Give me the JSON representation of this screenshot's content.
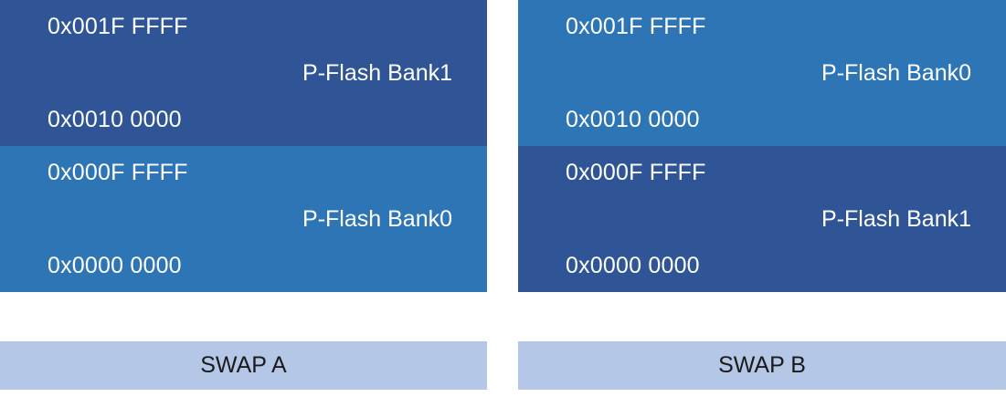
{
  "colors": {
    "bank1": "#2f5597",
    "bank0": "#2e75b6",
    "swap_bar": "#b4c7e7",
    "text_light": "#ffffff",
    "text_dark": "#1a1a1a"
  },
  "swap_a": {
    "upper": {
      "top_address": "0x001F FFFF",
      "label": "P-Flash Bank1",
      "bottom_address": "0x0010 0000",
      "color": "#2f5597"
    },
    "lower": {
      "top_address": "0x000F FFFF",
      "label": "P-Flash Bank0",
      "bottom_address": "0x0000 0000",
      "color": "#2e75b6"
    },
    "caption": "SWAP A"
  },
  "swap_b": {
    "upper": {
      "top_address": "0x001F FFFF",
      "label": "P-Flash Bank0",
      "bottom_address": "0x0010 0000",
      "color": "#2e75b6"
    },
    "lower": {
      "top_address": "0x000F FFFF",
      "label": "P-Flash Bank1",
      "bottom_address": "0x0000 0000",
      "color": "#2f5597"
    },
    "caption": "SWAP B"
  }
}
